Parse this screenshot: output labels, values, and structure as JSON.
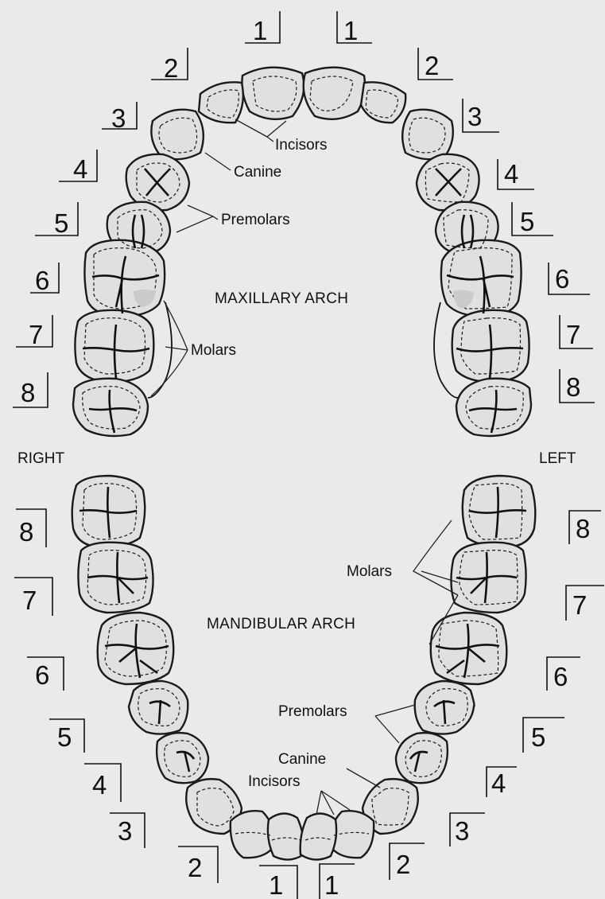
{
  "quadrant_numbers": {
    "upper_right": [
      "1",
      "2",
      "3",
      "4",
      "5",
      "6",
      "7",
      "8"
    ],
    "upper_left": [
      "1",
      "2",
      "3",
      "4",
      "5",
      "6",
      "7",
      "8"
    ],
    "lower_right": [
      "8",
      "7",
      "6",
      "5",
      "4",
      "3",
      "2",
      "1"
    ],
    "lower_left": [
      "8",
      "7",
      "6",
      "5",
      "4",
      "3",
      "2",
      "1"
    ]
  },
  "labels": {
    "maxillary_arch": "MAXILLARY ARCH",
    "mandibular_arch": "MANDIBULAR ARCH",
    "right": "RIGHT",
    "left": "LEFT",
    "upper_incisors": "Incisors",
    "upper_canine": "Canine",
    "upper_premolars": "Premolars",
    "upper_molars": "Molars",
    "lower_molars": "Molars",
    "lower_premolars": "Premolars",
    "lower_canine": "Canine",
    "lower_incisors": "Incisors"
  }
}
